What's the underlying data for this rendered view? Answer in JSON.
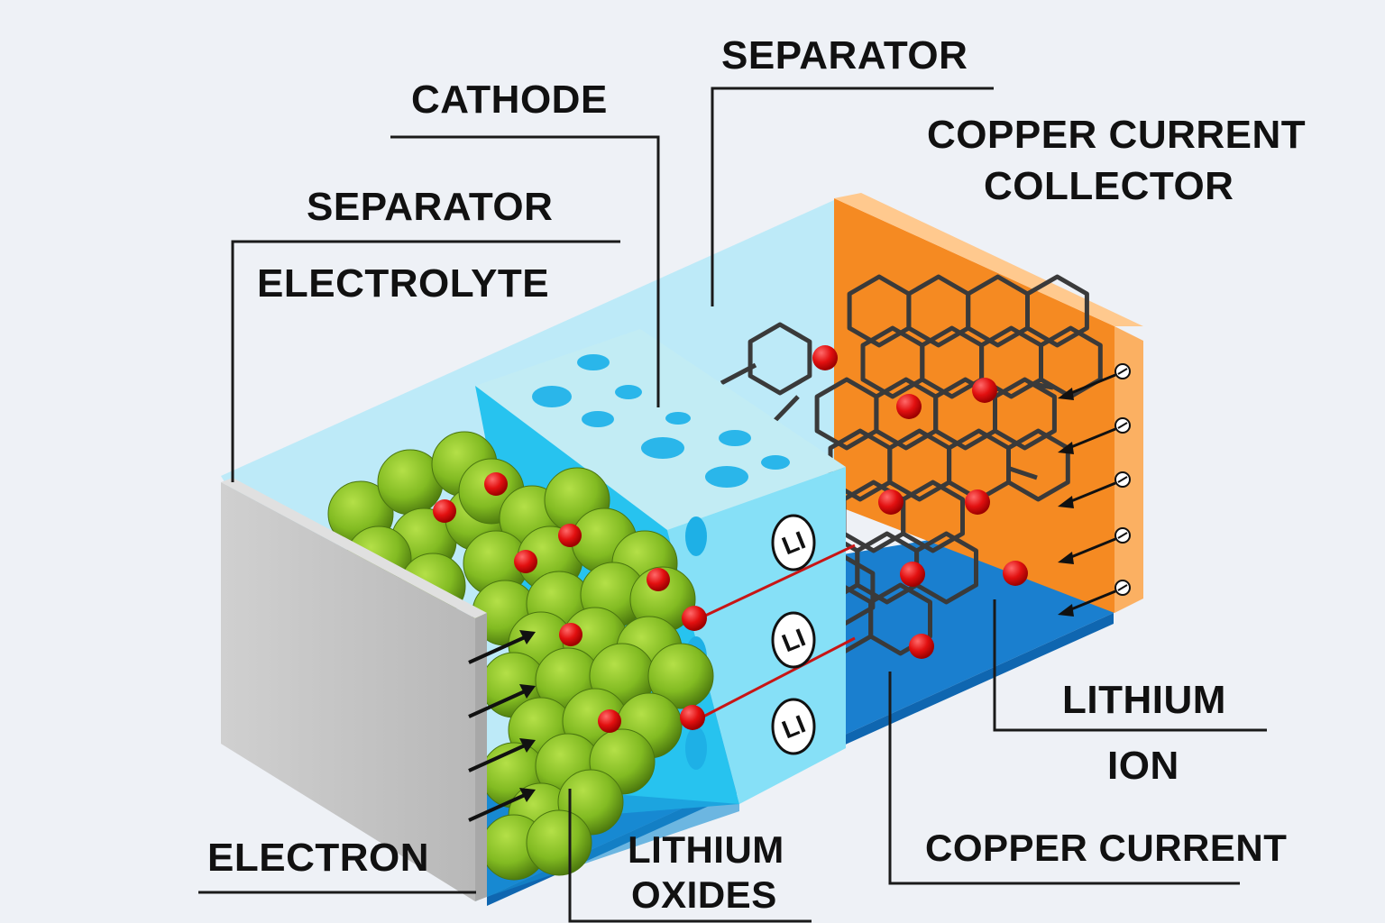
{
  "labels": {
    "separator_top": "SEPARATOR",
    "cathode": "CATHODE",
    "copper_collector_line1": "COPPER CURRENT",
    "copper_collector_line2": "COLLECTOR",
    "separator_left": "SEPARATOR",
    "electrolyte": "ELECTROLYTE",
    "lithium_ion_line1": "LITHIUM",
    "lithium_ion_line2": "ION",
    "electron": "ELECTRON",
    "lithium_oxides_line1": "LITHIUM",
    "lithium_oxides_line2": "OXIDES",
    "copper_current": "COPPER CURRENT"
  },
  "ion_badges": [
    "LI",
    "LI",
    "LI"
  ],
  "colors": {
    "background": "#eef1f6",
    "electrolyte_blue": "#2ec4ee",
    "cathode_green": "#7cb82a",
    "lithium_red": "#e01010",
    "copper_orange": "#f58a22",
    "plate_gray": "#c4c4c4"
  }
}
